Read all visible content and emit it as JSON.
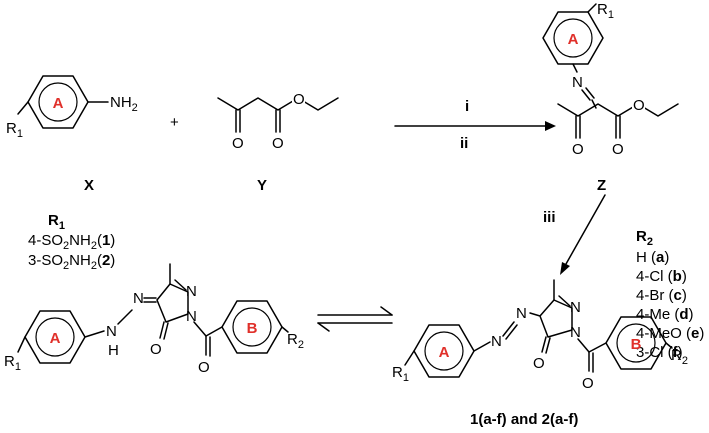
{
  "labels": {
    "reactant_x": "X",
    "reactant_y": "Y",
    "intermediate_z": "Z",
    "product_label": "1(a-f) and 2(a-f)",
    "plus_sign": "+",
    "ring_a": "A",
    "ring_b": "B",
    "amine_nh": "NH",
    "amine_subscript": "2",
    "hydrazone_h": "H",
    "nitrogen": "N",
    "oxygen": "O"
  },
  "conditions": {
    "step_i": "i",
    "step_ii": "ii",
    "step_iii": "iii"
  },
  "r1_legend": {
    "heading": "R",
    "heading_subscript": "1",
    "items": [
      {
        "prefix": "4-SO",
        "sub1": "2",
        "mid": "NH",
        "sub2": "2",
        "open": "(",
        "ref": "1",
        "close": ")"
      },
      {
        "prefix": "3-SO",
        "sub1": "2",
        "mid": "NH",
        "sub2": "2",
        "open": "(",
        "ref": "2",
        "close": ")"
      }
    ]
  },
  "r2_legend": {
    "heading": "R",
    "heading_subscript": "2",
    "items": [
      {
        "prefix": "H (",
        "ref": "a",
        "suffix": ")"
      },
      {
        "prefix": "4-Cl (",
        "ref": "b",
        "suffix": ")"
      },
      {
        "prefix": "4-Br (",
        "ref": "c",
        "suffix": ")"
      },
      {
        "prefix": "4-Me (",
        "ref": "d",
        "suffix": ")"
      },
      {
        "prefix": "4-MeO (",
        "ref": "e",
        "suffix": ")"
      },
      {
        "prefix": "3-Cl (",
        "ref": "f",
        "suffix": ")"
      }
    ]
  },
  "substituents": {
    "r_letter": "R",
    "r1_index": "1",
    "r2_index": "2"
  },
  "colors": {
    "ring_label": "#e0302a",
    "ink": "#000000"
  }
}
